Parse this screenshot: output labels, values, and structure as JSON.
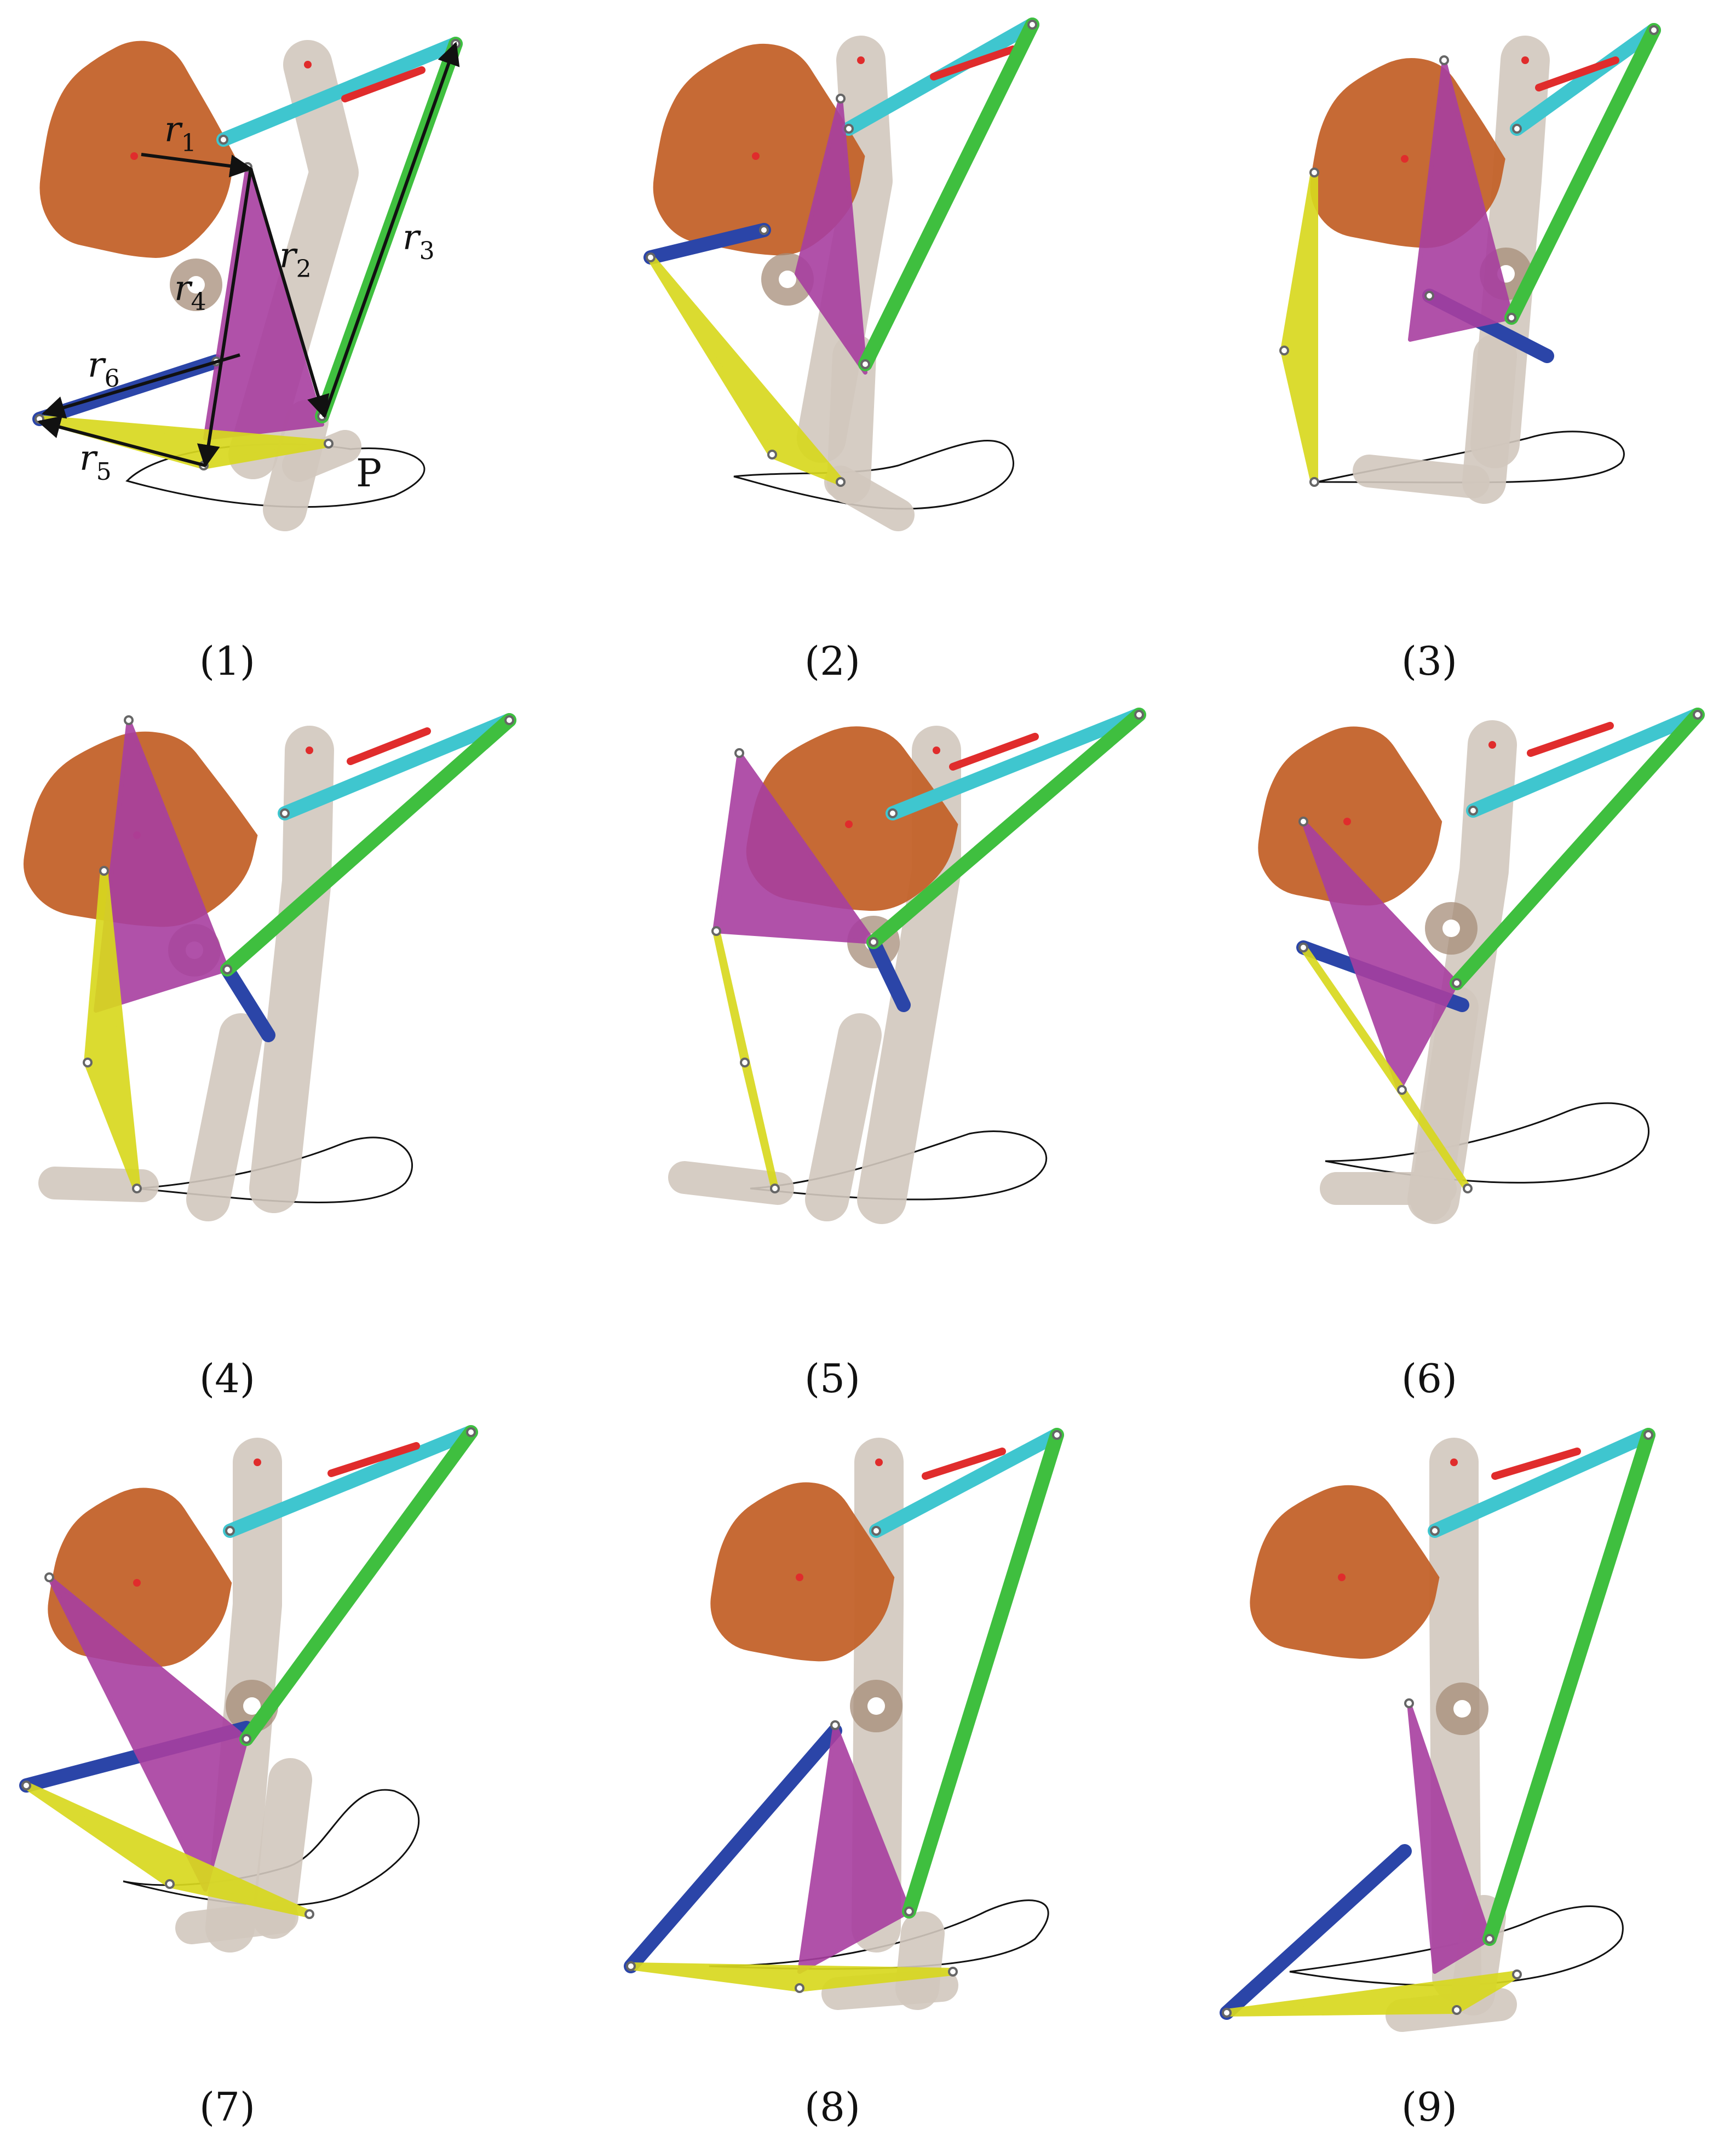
{
  "figure": {
    "panels": [
      {
        "caption": "(1)",
        "config": 1,
        "annotated": true
      },
      {
        "caption": "(2)",
        "config": 2
      },
      {
        "caption": "(3)",
        "config": 3
      },
      {
        "caption": "(4)",
        "config": 4
      },
      {
        "caption": "(5)",
        "config": 5
      },
      {
        "caption": "(6)",
        "config": 6
      },
      {
        "caption": "(7)",
        "config": 7
      },
      {
        "caption": "(8)",
        "config": 8
      },
      {
        "caption": "(9)",
        "config": 9
      }
    ],
    "vector_labels": {
      "r1": {
        "base": "r",
        "sub": "1"
      },
      "r2": {
        "base": "r",
        "sub": "2"
      },
      "r3": {
        "base": "r",
        "sub": "3"
      },
      "r4": {
        "base": "r",
        "sub": "4"
      },
      "r5": {
        "base": "r",
        "sub": "5"
      },
      "r6": {
        "base": "r",
        "sub": "6"
      }
    },
    "point_label": "P"
  },
  "colors": {
    "cam": "#c3622a",
    "leg": "#d2c8be",
    "knee": "#a68c78",
    "triangle": "#a83fa0",
    "green_link": "#3fbf3f",
    "cyan_link": "#3fc6cf",
    "red_link": "#e02c2c",
    "blue_link": "#2b45a8",
    "yellow_link": "#d8d81f",
    "vector": "#111111",
    "path": "#111111"
  }
}
